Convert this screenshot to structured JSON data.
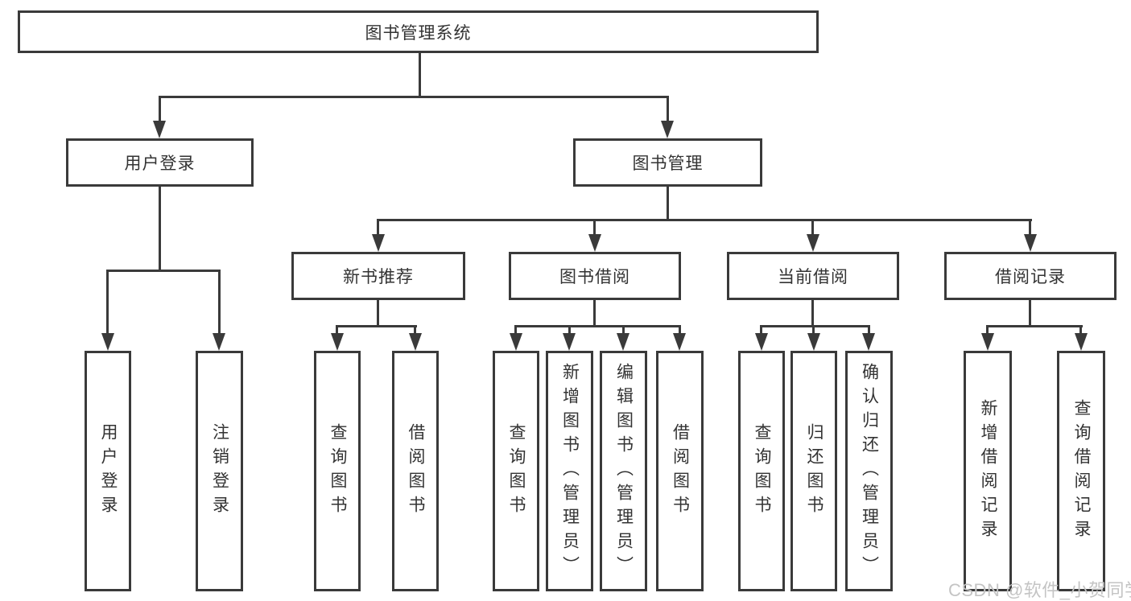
{
  "colors": {
    "line": "#3a3a3a",
    "text": "#333333",
    "watermark": "#c4c4c4",
    "background": "#ffffff"
  },
  "watermark": {
    "text": "CSDN @软件_小贺同学"
  },
  "tree": {
    "label": "图书管理系统",
    "children": [
      {
        "label": "用户登录",
        "children": [
          {
            "label": "用户登录"
          },
          {
            "label": "注销登录"
          }
        ]
      },
      {
        "label": "图书管理",
        "children": [
          {
            "label": "新书推荐",
            "children": [
              {
                "label": "查询图书"
              },
              {
                "label": "借阅图书"
              }
            ]
          },
          {
            "label": "图书借阅",
            "children": [
              {
                "label": "查询图书"
              },
              {
                "label": "新增图书（管理员）"
              },
              {
                "label": "编辑图书（管理员）"
              },
              {
                "label": "借阅图书"
              }
            ]
          },
          {
            "label": "当前借阅",
            "children": [
              {
                "label": "查询图书"
              },
              {
                "label": "归还图书"
              },
              {
                "label": "确认归还（管理员）"
              }
            ]
          },
          {
            "label": "借阅记录",
            "children": [
              {
                "label": "新增借阅记录"
              },
              {
                "label": "查询借阅记录"
              }
            ]
          }
        ]
      }
    ]
  }
}
